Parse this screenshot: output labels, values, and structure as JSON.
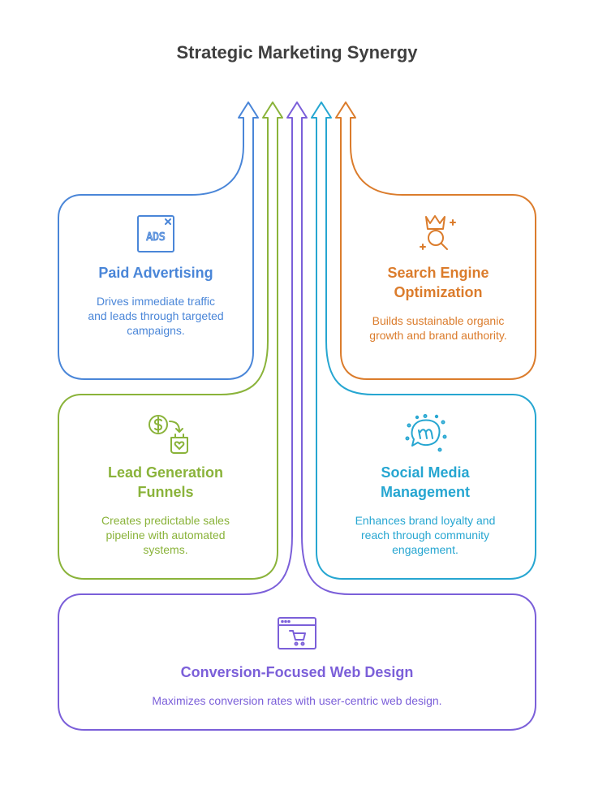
{
  "title": "Strategic Marketing Synergy",
  "colors": {
    "paid": "#4a86d8",
    "seo": "#db7c2c",
    "lead": "#8ab33a",
    "social": "#26a6d1",
    "web": "#7b5fd9"
  },
  "cards": {
    "paid": {
      "icon": "ads-window-icon",
      "icon_label": "ADS",
      "title": "Paid Advertising",
      "desc": "Drives immediate traffic and leads through targeted campaigns."
    },
    "seo": {
      "icon": "crown-magnifier-icon",
      "title": "Search Engine Optimization",
      "desc": "Builds sustainable organic growth and brand authority."
    },
    "lead": {
      "icon": "dollar-to-heart-bag-icon",
      "title": "Lead Generation Funnels",
      "desc": "Creates predictable sales pipeline with automated systems."
    },
    "social": {
      "icon": "community-bubble-icon",
      "title": "Social Media Management",
      "desc": "Enhances brand loyalty and reach through community engagement."
    },
    "web": {
      "icon": "browser-cart-icon",
      "title": "Conversion-Focused Web Design",
      "desc": "Maximizes conversion rates with user-centric web design."
    }
  }
}
